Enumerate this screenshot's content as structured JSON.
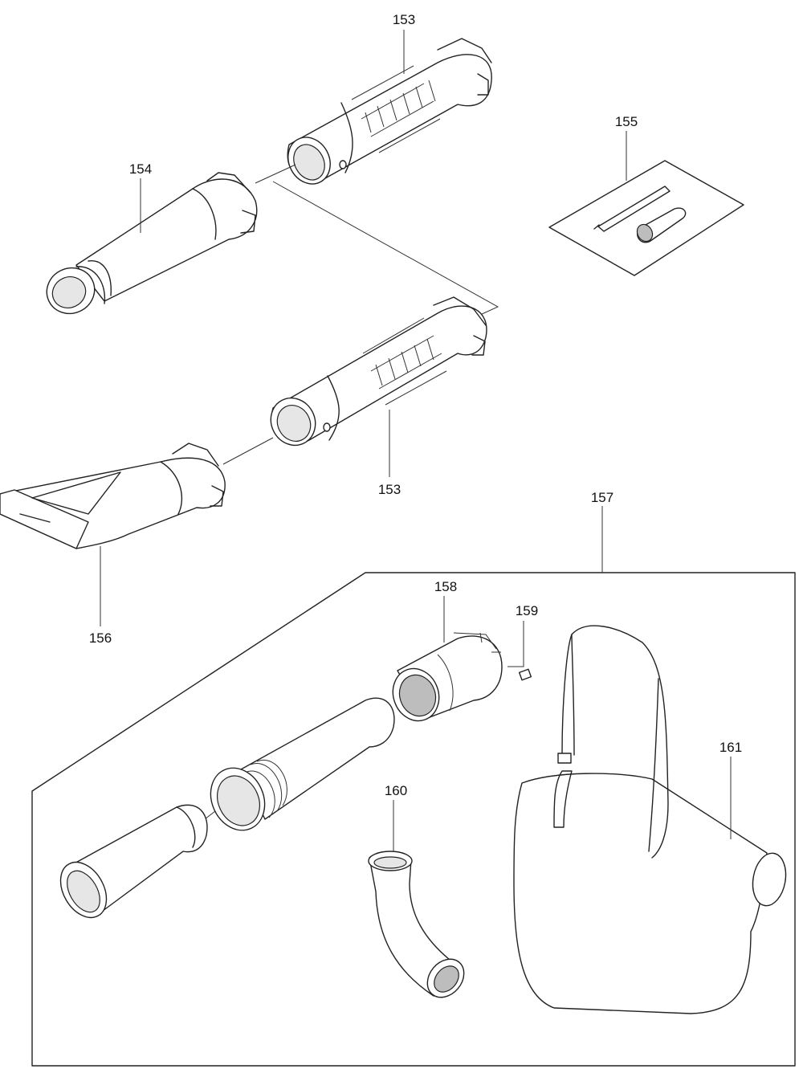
{
  "labels": {
    "p153_top": "153",
    "p154": "154",
    "p155": "155",
    "p153_mid": "153",
    "p156": "156",
    "p157": "157",
    "p158": "158",
    "p159": "159",
    "p160": "160",
    "p161": "161"
  },
  "parts": [
    {
      "key": "p153_top",
      "name": "pipe-153-upper"
    },
    {
      "key": "p154",
      "name": "nozzle-154"
    },
    {
      "key": "p155",
      "name": "tool-set-155"
    },
    {
      "key": "p153_mid",
      "name": "pipe-153-lower"
    },
    {
      "key": "p156",
      "name": "flat-nozzle-156"
    },
    {
      "key": "p157",
      "name": "vacuum-kit-157"
    },
    {
      "key": "p158",
      "name": "adapter-158"
    },
    {
      "key": "p159",
      "name": "cap-159"
    },
    {
      "key": "p160",
      "name": "elbow-pipe-160"
    },
    {
      "key": "p161",
      "name": "collection-bag-161"
    }
  ]
}
